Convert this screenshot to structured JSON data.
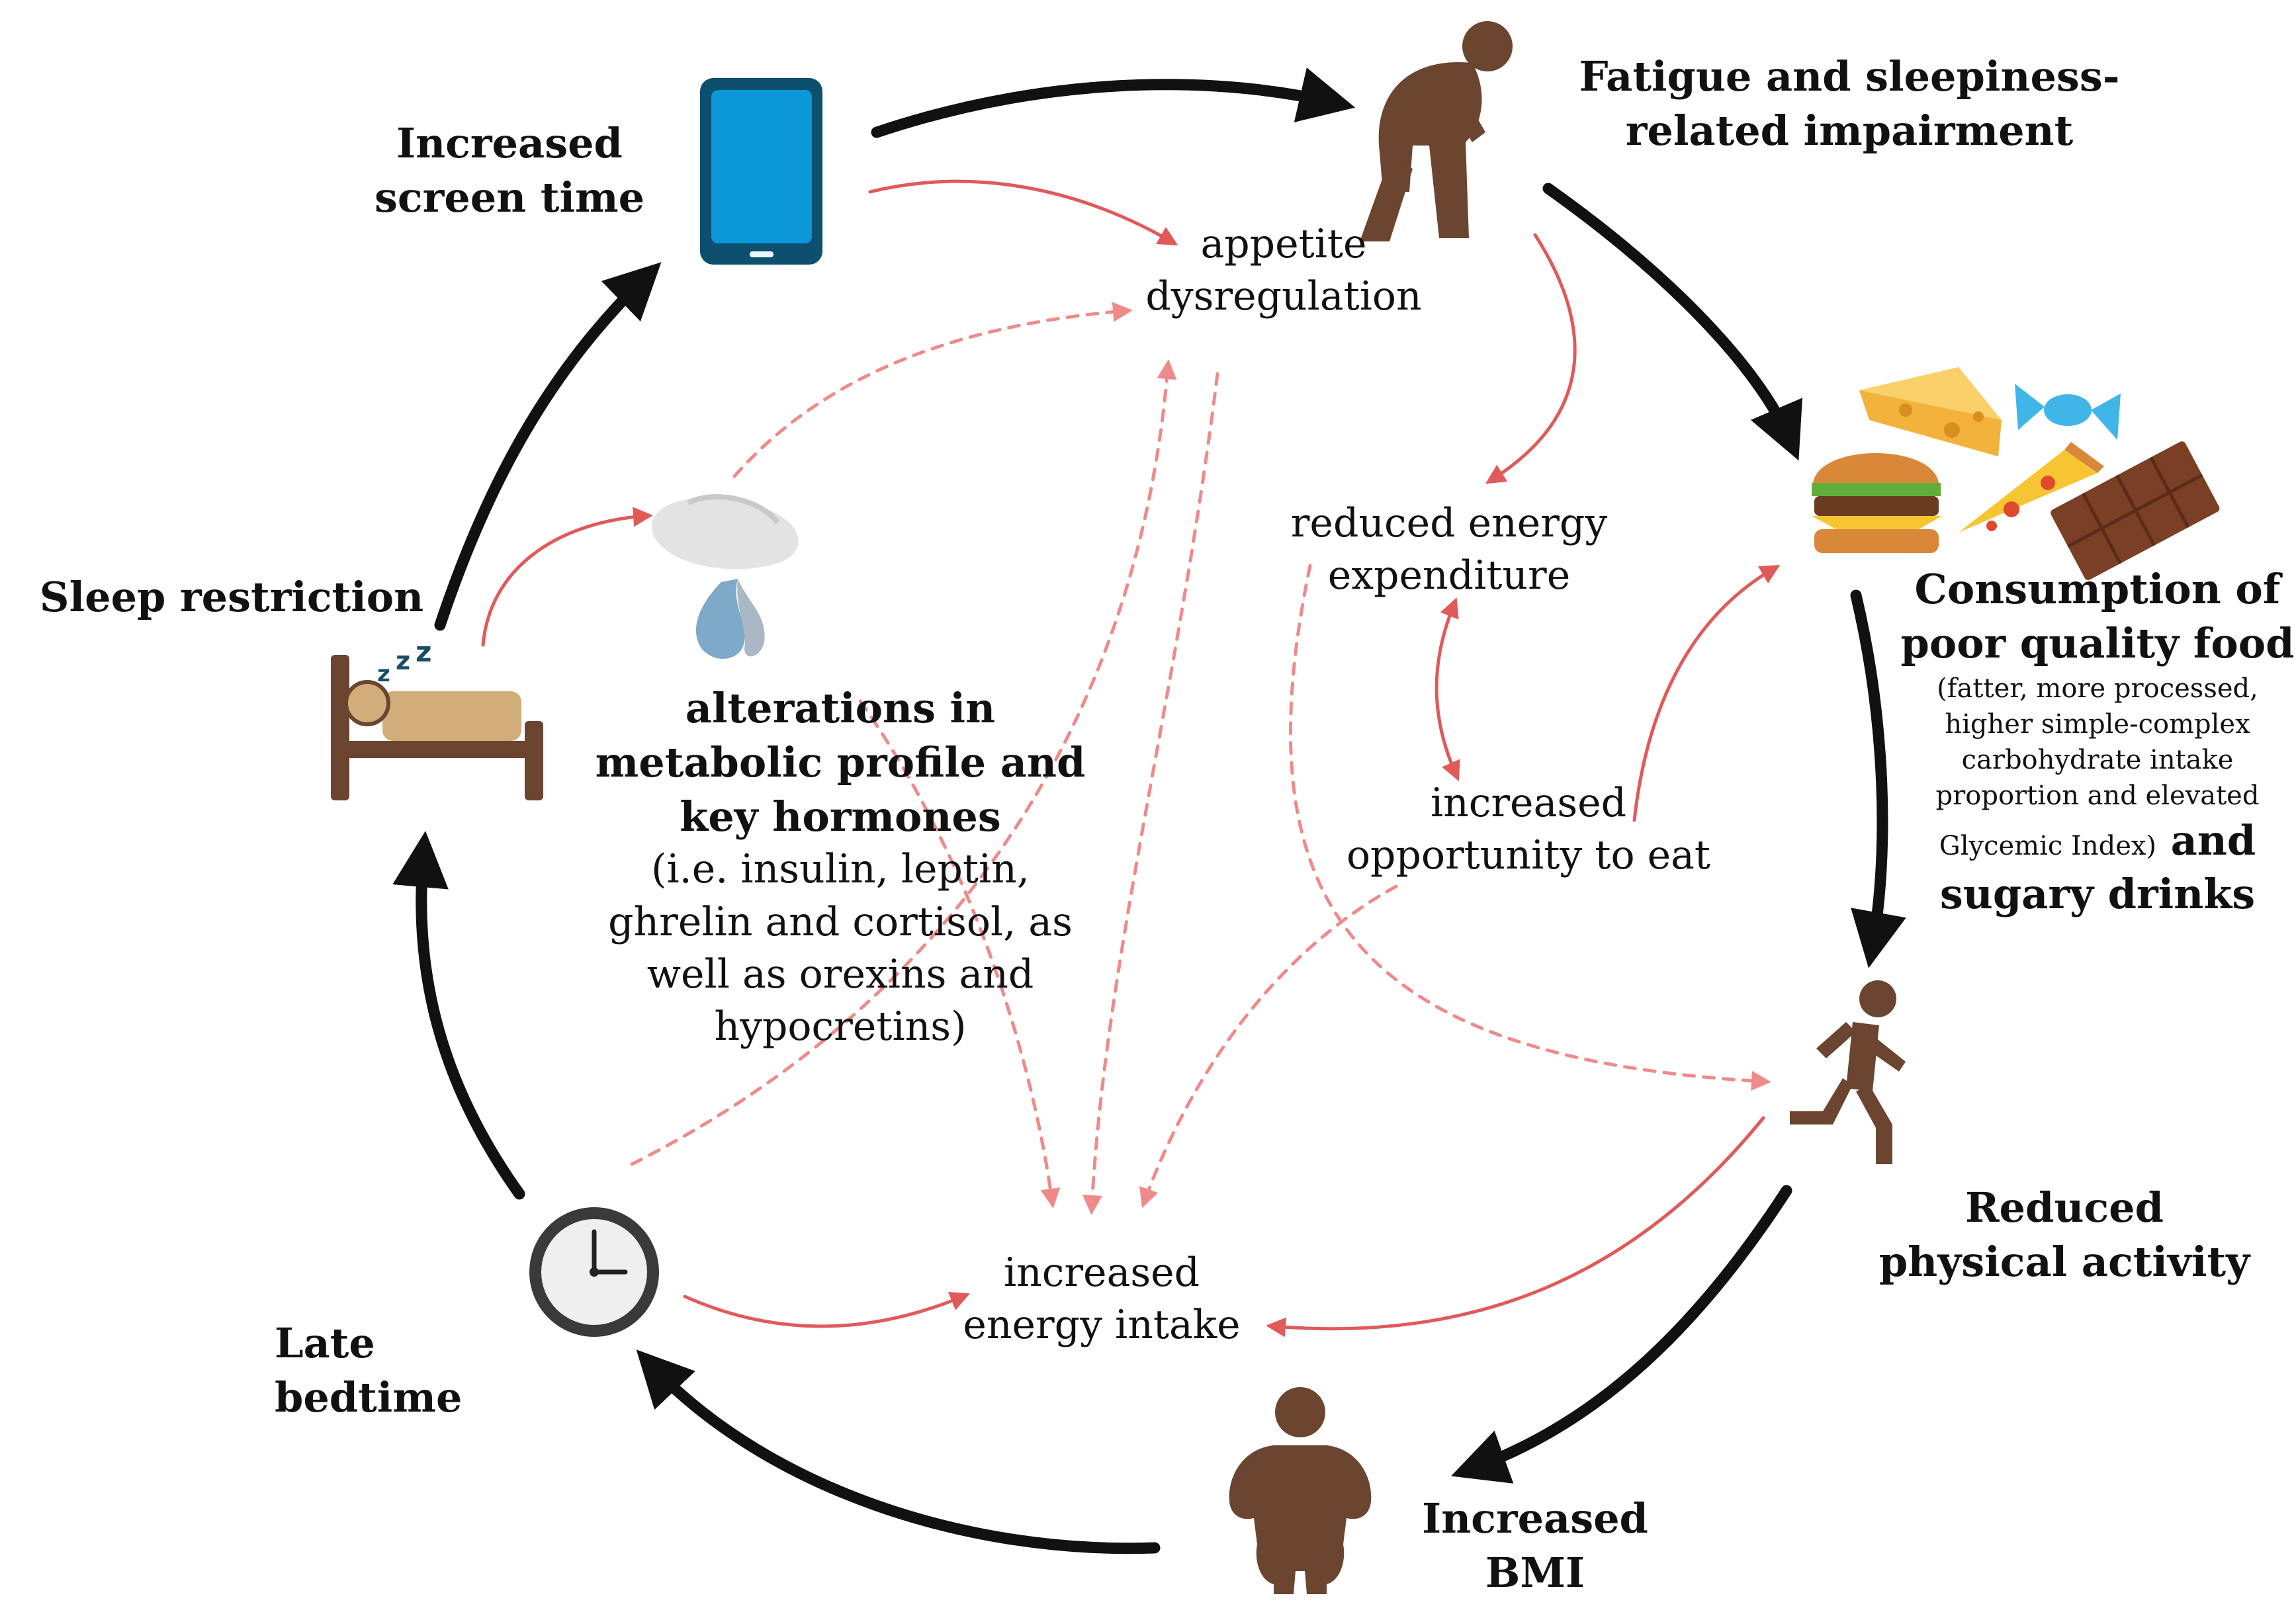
{
  "nodes": {
    "screen_time": {
      "lines": [
        "Increased",
        "screen time"
      ]
    },
    "fatigue": {
      "lines": [
        "Fatigue and sleepiness-",
        "related impairment"
      ]
    },
    "poor_food": {
      "title_lines": [
        "Consumption of",
        "poor quality food"
      ],
      "detail_lines": [
        "(fatter, more processed,",
        "higher simple-complex",
        "carbohydrate intake",
        "proportion and elevated"
      ],
      "last_small": "Glycemic Index)",
      "last_bold": " and",
      "end_line": "sugary drinks"
    },
    "physical_activity": {
      "lines": [
        "Reduced",
        "physical activity"
      ]
    },
    "bmi": {
      "lines": [
        "Increased",
        "BMI"
      ]
    },
    "late_bedtime": {
      "lines": [
        "Late",
        "bedtime"
      ]
    },
    "sleep_restriction": {
      "lines": [
        "Sleep restriction"
      ]
    }
  },
  "mechanisms": {
    "appetite": {
      "lines": [
        "appetite",
        "dysregulation"
      ]
    },
    "energy_expenditure": {
      "lines": [
        "reduced energy",
        "expenditure"
      ]
    },
    "opportunity": {
      "lines": [
        "increased",
        "opportunity to eat"
      ]
    },
    "energy_intake": {
      "lines": [
        "increased",
        "energy intake"
      ]
    },
    "metabolic": {
      "bold_lines": [
        "alterations in",
        "metabolic profile and",
        "key hormones"
      ],
      "lines": [
        "(i.e. insulin, leptin,",
        "ghrelin and cortisol, as",
        "well as orexins and",
        "hypocretins)"
      ]
    }
  },
  "colors": {
    "cycle_arrow": "#111111",
    "influence_arrow": "#e05a5a",
    "dashed_arrow": "#f08a8a",
    "icon_brown": "#6b4530",
    "tablet_screen": "#0b97d8",
    "tablet_frame": "#0d4f6e"
  },
  "icons": [
    "tablet-icon",
    "tired-person-icon",
    "junk-food-icon",
    "running-person-icon",
    "overweight-person-icon",
    "clock-icon",
    "sleeping-bed-icon",
    "brain-gland-icon"
  ]
}
